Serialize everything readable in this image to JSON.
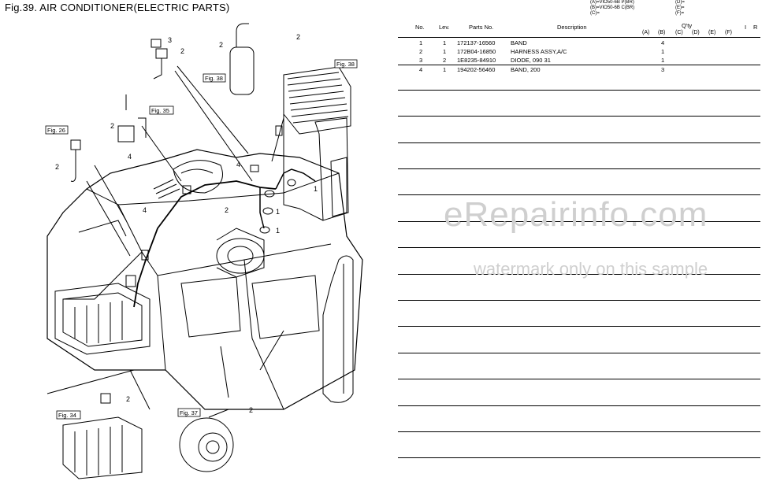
{
  "figure_title": "Fig.39.  AIR CONDITIONER(ELECTRIC PARTS)",
  "models": {
    "left": [
      "(A)=VIO50-6B P(BR)",
      "(B)=VIO50-6B C(BR)",
      "(C)="
    ],
    "right": [
      "(D)=",
      "(E)=",
      "(F)="
    ]
  },
  "headers": {
    "no": "No.",
    "lev": "Lev.",
    "parts_no": "Parts No.",
    "description": "Description",
    "qty": "Q'ty",
    "a": "(A)",
    "b": "(B)",
    "c": "(C)",
    "d": "(D)",
    "e": "(E)",
    "f": "(F)",
    "i": "I",
    "r": "R"
  },
  "rows": [
    {
      "no": "1",
      "lev": "1",
      "part": "172137-16560",
      "desc": "BAND",
      "qty_b": "4"
    },
    {
      "no": "2",
      "lev": "1",
      "part": "172B04-16850",
      "desc": "HARNESS ASSY,A/C",
      "qty_b": "1"
    },
    {
      "no": "3",
      "lev": "2",
      "part": "1E8235-84910",
      "desc": "DIODE, 090 31",
      "qty_b": "1"
    },
    {
      "no": "4",
      "lev": "1",
      "part": "194202-56460",
      "desc": "BAND, 200",
      "qty_b": "3"
    }
  ],
  "diagram_labels": {
    "fig26": "Fig. 26",
    "fig35": "Fig. 35",
    "fig38a": "Fig. 38",
    "fig38b": "Fig. 38",
    "fig34": "Fig. 34",
    "fig37": "Fig. 37",
    "n1": "1",
    "n2": "2",
    "n3": "3",
    "n4": "4"
  },
  "watermark": {
    "main": "eRepairinfo.com",
    "sub": "watermark only on this sample"
  }
}
